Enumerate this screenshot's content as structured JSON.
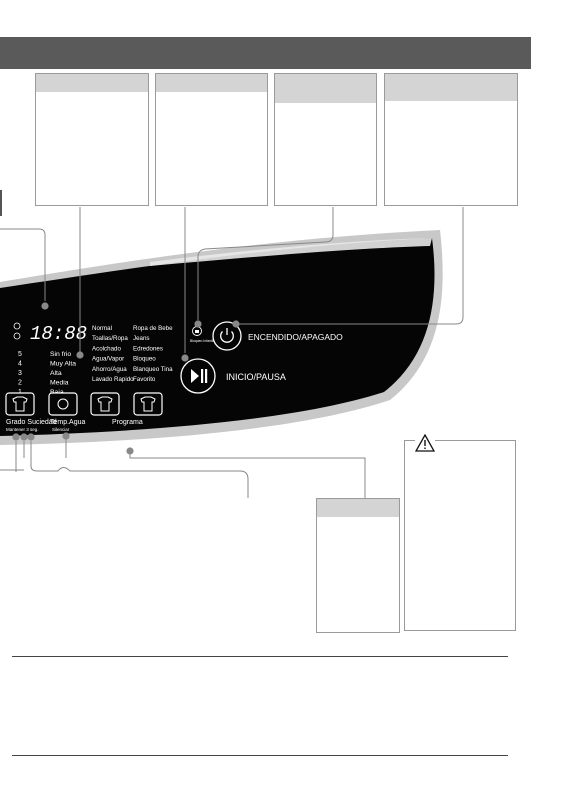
{
  "display": {
    "time": "18:88"
  },
  "panel": {
    "soil_levels": [
      "5",
      "4",
      "3",
      "2",
      "1"
    ],
    "temp_options": [
      "Sin frio",
      "Muy Alta",
      "Alta",
      "Media",
      "Baja"
    ],
    "program_col1": [
      "Normal",
      "Toallas/Ropa",
      "Acolchado",
      "Agua/Vapor",
      "Ahorro/Agua",
      "Lavado Rapido"
    ],
    "program_col2": [
      "Ropa de Bebe",
      "Jeans",
      "Edredones",
      "Bloqueo",
      "Blanqueo Tina",
      "Favorito"
    ],
    "child_lock_label": "Bloqueo Infantil",
    "power_label": "ENCENDIDO/APAGADO",
    "start_label": "INICIO/PAUSA",
    "buttons": {
      "soil": "Grado Suciedad",
      "soil_sub": "Mantener 3 seg.",
      "temp": "Temp.Agua",
      "temp_sub": "Silenciar",
      "program": "Programa"
    }
  },
  "colors": {
    "header": "#5a5a5a",
    "panel": "#050505",
    "panel_rim": "#c8c8c8",
    "callout_cap": "#d4d4d4"
  },
  "icons": [
    "power-icon",
    "play-pause-icon",
    "warning-icon",
    "child-lock-icon",
    "shirt-icon",
    "thermometer-icon"
  ]
}
